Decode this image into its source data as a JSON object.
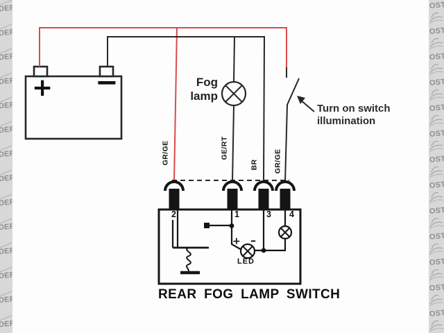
{
  "title": "REAR FOG LAMP SWITCH",
  "battery": {
    "plus": "+",
    "minus": "−"
  },
  "fog_lamp": {
    "line1": "Fog",
    "line2": "lamp"
  },
  "switch_note": {
    "line1": "Turn on switch",
    "line2": "illumination"
  },
  "wire_labels": {
    "pin2": "GR/GE",
    "pin1": "GE/RT",
    "pin3": "BR",
    "pin4": "GR/GE"
  },
  "pin_numbers": {
    "p2": "2",
    "p1": "1",
    "p3": "3",
    "p4": "4"
  },
  "led": {
    "label": "LED",
    "plus": "+",
    "minus": "–"
  },
  "watermark": {
    "left_fragment": "DERS",
    "right_fragment": "OST"
  },
  "colors": {
    "wire_red": "#d94b4b",
    "wire_black": "#262626",
    "watermark_bg": "#d8d8d8",
    "watermark_text": "#8f8f8f"
  }
}
